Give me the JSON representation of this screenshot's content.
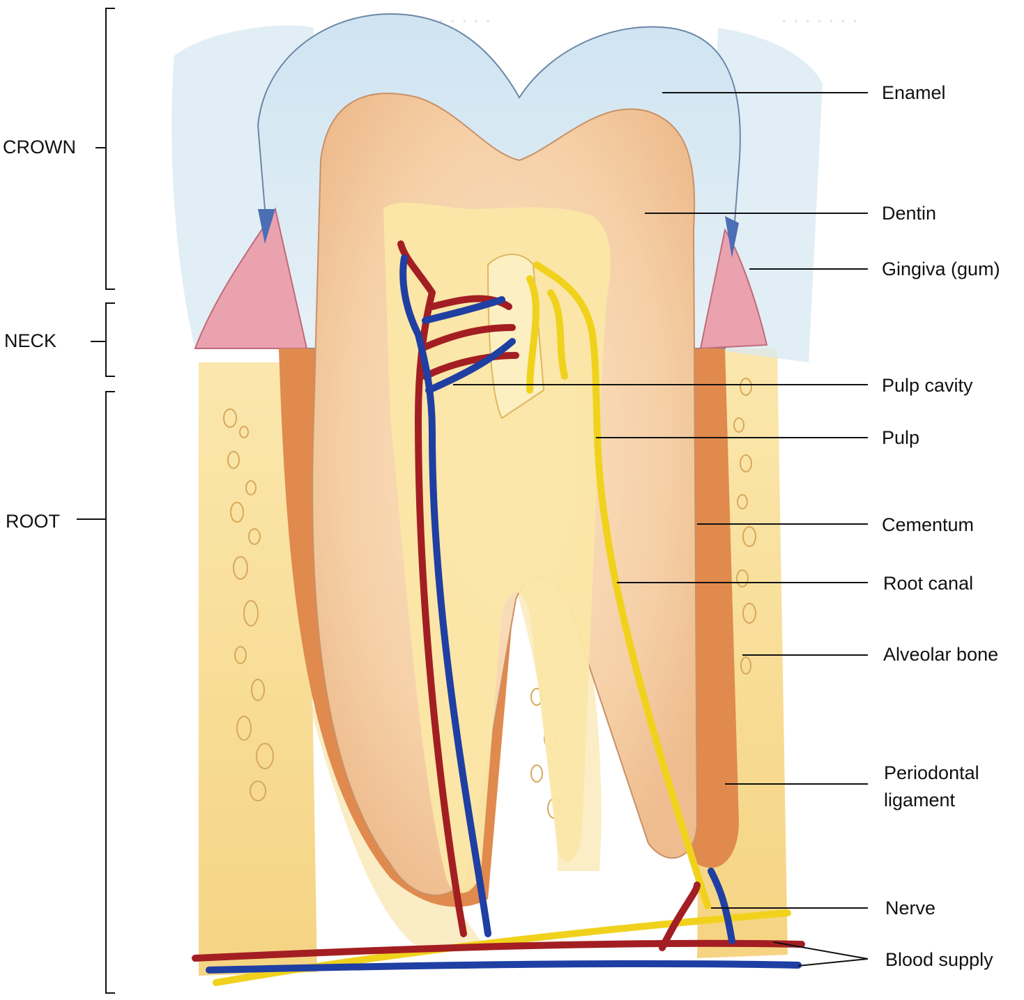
{
  "regions": {
    "crown": "CROWN",
    "neck": "NECK",
    "root": "ROOT"
  },
  "labels": {
    "enamel": "Enamel",
    "dentin": "Dentin",
    "gingiva": "Gingiva (gum)",
    "pulp_cavity": "Pulp cavity",
    "pulp": "Pulp",
    "cementum": "Cementum",
    "root_canal": "Root canal",
    "alveolar_bone": "Alveolar bone",
    "periodontal_line1": "Periodontal",
    "periodontal_line2": "ligament",
    "nerve": "Nerve",
    "blood_supply": "Blood supply"
  },
  "colors": {
    "enamel": "#d7e8f2",
    "gum": "#eaa2ae",
    "dentin": "#f7d7b4",
    "pulp": "#fbe19a",
    "cementum": "#e0874a",
    "bone": "#f7df9c",
    "artery": "#a31e22",
    "vein": "#1f3fa3",
    "nerve": "#f1d21c"
  }
}
